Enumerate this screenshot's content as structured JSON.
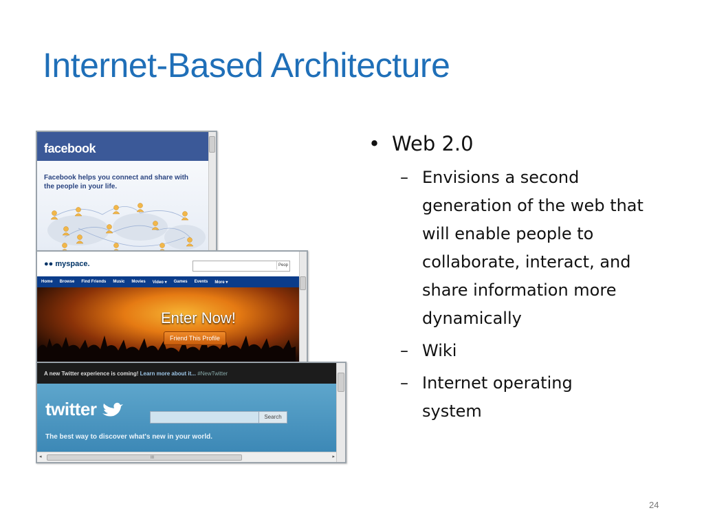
{
  "slide": {
    "title": "Internet-Based Architecture",
    "page_number": "24"
  },
  "bullets": {
    "main": "Web 2.0",
    "bullet_glyph": "•",
    "dash_glyph": "–",
    "sub_items": [
      "Envisions a second generation of the web that will enable people to collaborate, interact, and share information more dynamically",
      "Wiki",
      "Internet operating system"
    ]
  },
  "facebook": {
    "logo": "facebook",
    "tagline": "Facebook helps you connect and share with the people in your life.",
    "brand_color": "#3b5998"
  },
  "myspace": {
    "logo": "myspace.",
    "search_button": "Peop",
    "nav": [
      "Home",
      "Browse",
      "Find Friends",
      "Music",
      "Movies",
      "Video ▾",
      "Games",
      "Events",
      "More ▾"
    ],
    "banner_headline": "Enter Now!",
    "banner_button": "Friend This Profile",
    "brand_color": "#0b3c8a"
  },
  "twitter": {
    "notice_prefix": "A new Twitter experience is coming!",
    "notice_link": "Learn more about it...",
    "notice_tag": "#NewTwitter",
    "logo": "twitter",
    "search_button": "Search",
    "tagline": "The best way to discover what's new in your world.",
    "scroll_grip": "III",
    "scroll_left": "◂",
    "scroll_right": "▸"
  }
}
